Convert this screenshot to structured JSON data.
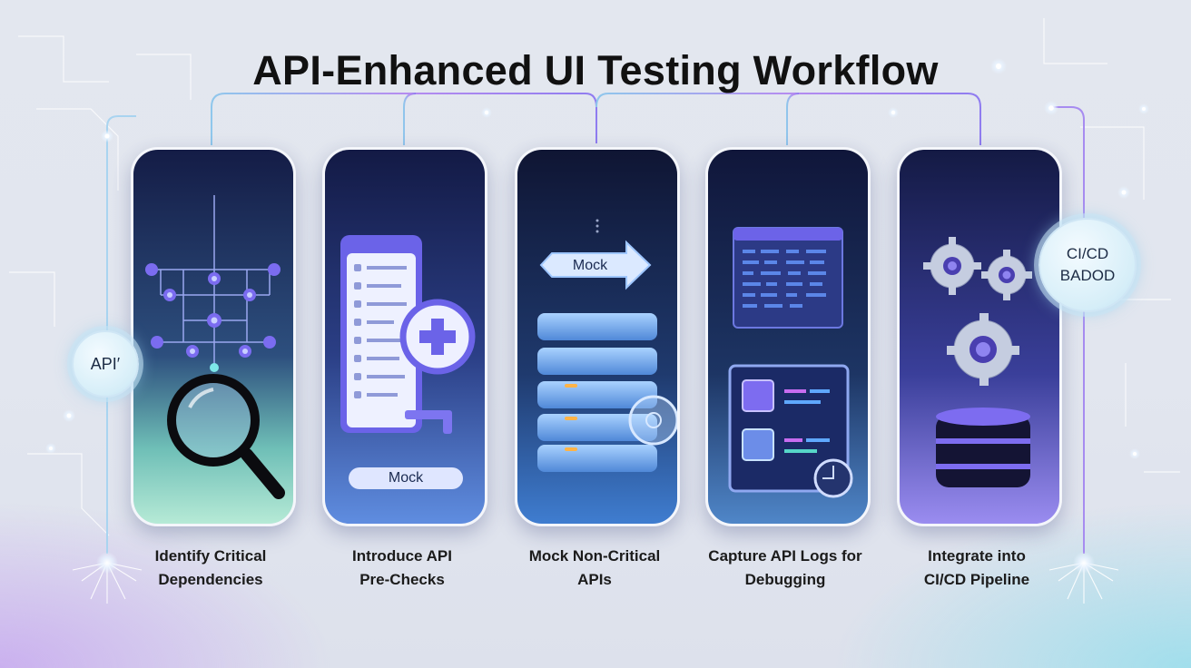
{
  "title": "API-Enhanced UI Testing Workflow",
  "steps": [
    {
      "line1": "Identify Critical",
      "line2": "Dependencies",
      "icon": "dependency-graph-magnifier-icon"
    },
    {
      "line1": "Introduce API",
      "line2": "Pre-Checks",
      "icon": "checklist-plus-icon",
      "badge": "Mock"
    },
    {
      "line1": "Mock Non-Critical",
      "line2": "APIs",
      "icon": "server-stack-icon",
      "badge": "Mock"
    },
    {
      "line1": "Capture API Logs for",
      "line2": "Debugging",
      "icon": "log-dashboard-icon"
    },
    {
      "line1": "Integrate into",
      "line2": "CI/CD Pipeline",
      "icon": "gears-database-icon"
    }
  ],
  "api_bubble": "API′",
  "cicd_bubble": {
    "line1": "CI/CD",
    "line2": "BADOD"
  },
  "colors": {
    "accent_purple": "#8a6cf0",
    "accent_cyan": "#7fd6ea",
    "card_navy": "#141c46",
    "title": "#111111"
  }
}
